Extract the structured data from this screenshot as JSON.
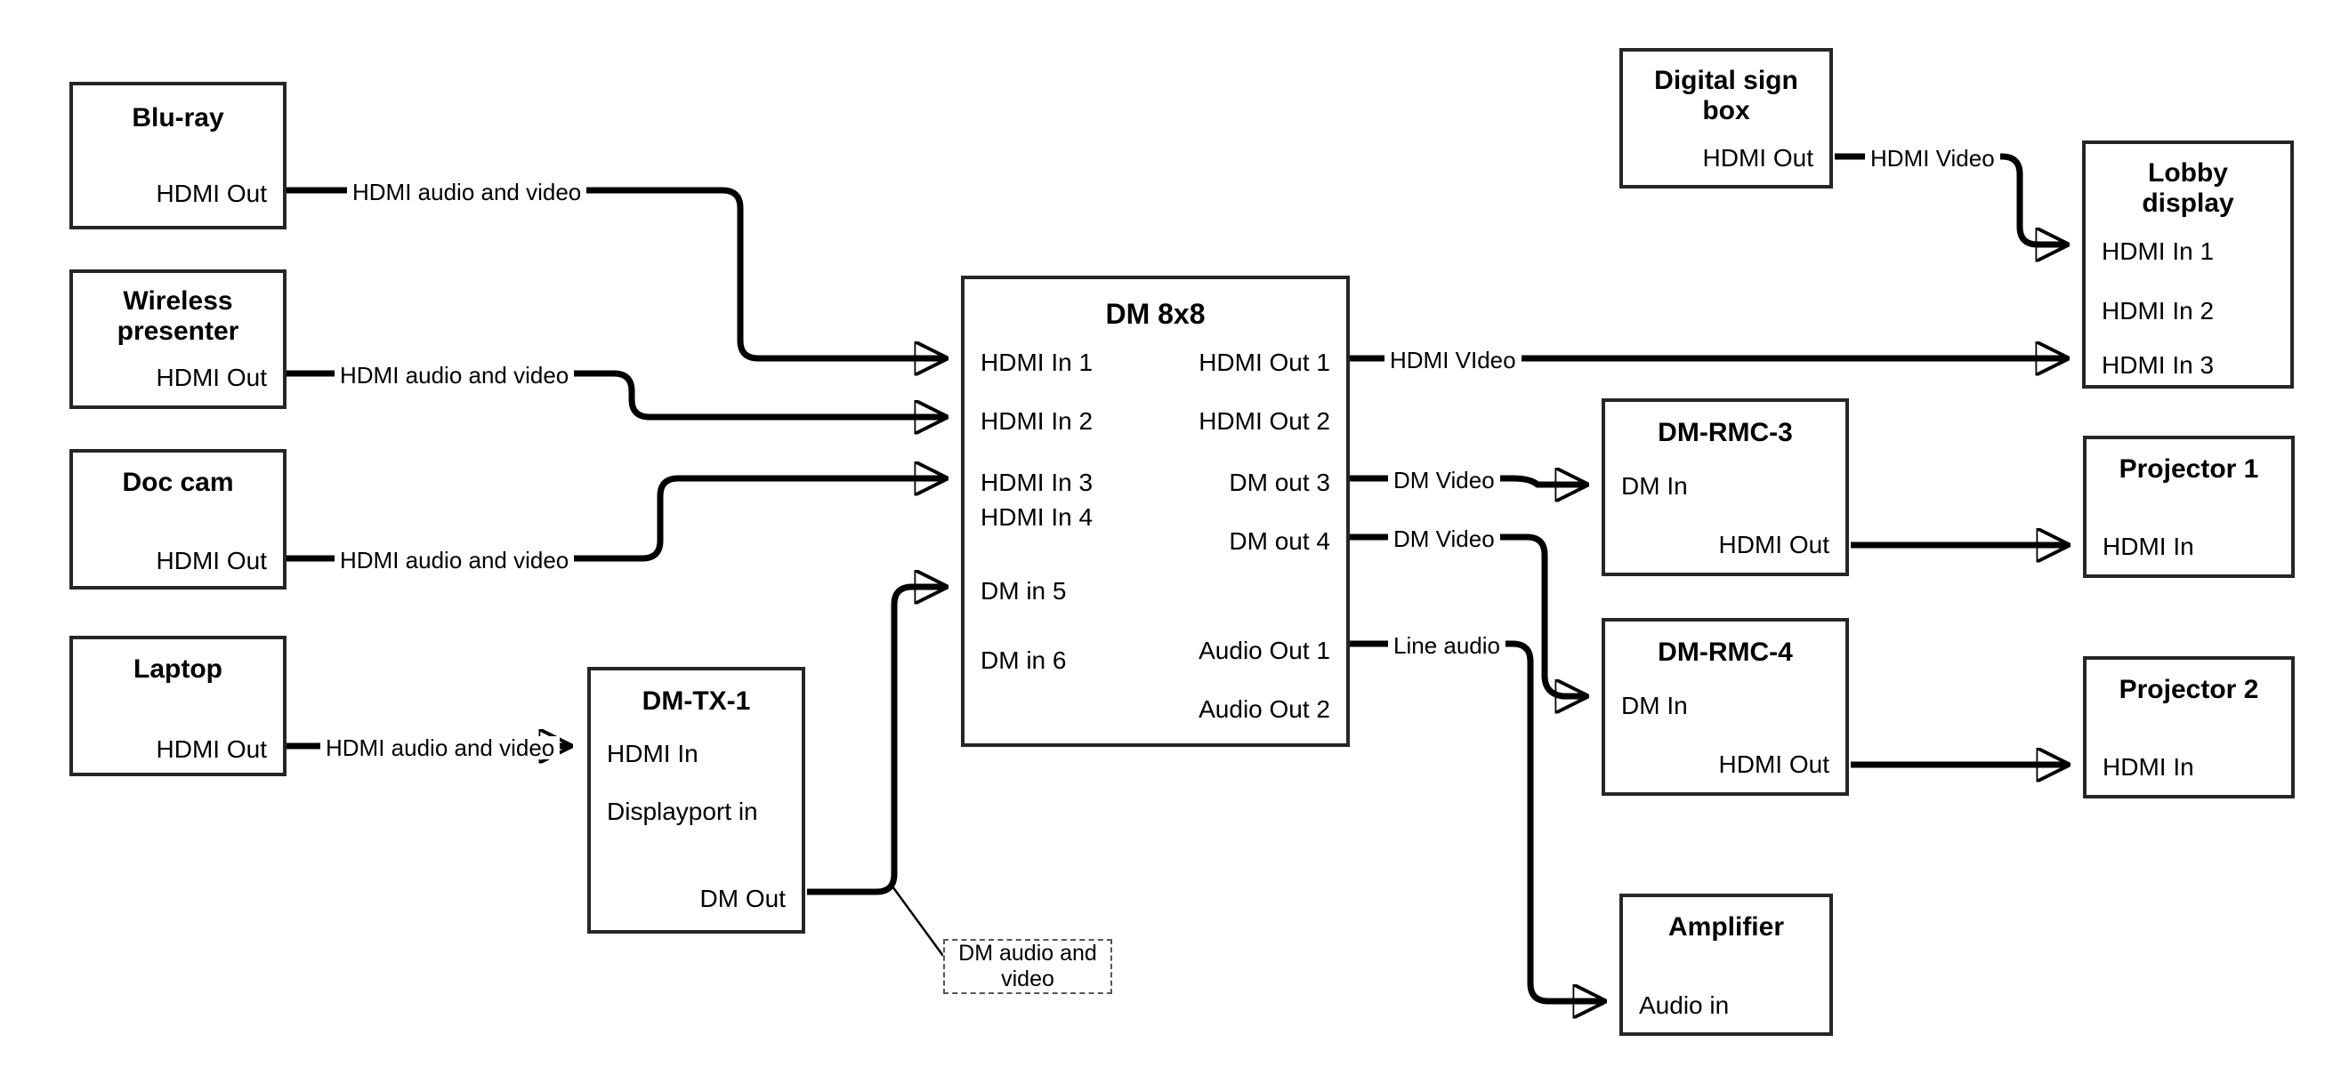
{
  "diagram": {
    "title_typo_note": "HDMI VIdeo appears with capital I in source",
    "nodes": [
      {
        "id": "bluray",
        "title": "Blu-ray",
        "ports_left": [],
        "ports_right": [
          "HDMI Out"
        ]
      },
      {
        "id": "wireless",
        "title": "Wireless\npresenter",
        "ports_left": [],
        "ports_right": [
          "HDMI Out"
        ]
      },
      {
        "id": "doccam",
        "title": "Doc cam",
        "ports_left": [],
        "ports_right": [
          "HDMI Out"
        ]
      },
      {
        "id": "laptop",
        "title": "Laptop",
        "ports_left": [],
        "ports_right": [
          "HDMI Out"
        ]
      },
      {
        "id": "dmtx1",
        "title": "DM-TX-1",
        "ports_left": [
          "HDMI In",
          "Displayport in"
        ],
        "ports_right": [
          "DM Out"
        ]
      },
      {
        "id": "dm8x8",
        "title": "DM 8x8",
        "ports_left": [
          "HDMI In 1",
          "HDMI In 2",
          "HDMI In 3",
          "HDMI In 4",
          "DM in 5",
          "DM in 6"
        ],
        "ports_right": [
          "HDMI Out 1",
          "HDMI Out 2",
          "DM out 3",
          "DM out 4",
          "Audio Out 1",
          "Audio Out 2"
        ]
      },
      {
        "id": "signbox",
        "title": "Digital sign\nbox",
        "ports_left": [],
        "ports_right": [
          "HDMI Out"
        ]
      },
      {
        "id": "rmc3",
        "title": "DM-RMC-3",
        "ports_left": [
          "DM In"
        ],
        "ports_right": [
          "HDMI Out"
        ]
      },
      {
        "id": "rmc4",
        "title": "DM-RMC-4",
        "ports_left": [
          "DM In"
        ],
        "ports_right": [
          "HDMI Out"
        ]
      },
      {
        "id": "amp",
        "title": "Amplifier",
        "ports_left": [
          "Audio in"
        ],
        "ports_right": []
      },
      {
        "id": "lobby",
        "title": "Lobby\ndisplay",
        "ports_left": [
          "HDMI In 1",
          "HDMI In 2",
          "HDMI In 3"
        ],
        "ports_right": []
      },
      {
        "id": "proj1",
        "title": "Projector 1",
        "ports_left": [
          "HDMI In"
        ],
        "ports_right": []
      },
      {
        "id": "proj2",
        "title": "Projector 2",
        "ports_left": [
          "HDMI In"
        ],
        "ports_right": []
      }
    ],
    "labels": {
      "bluray_title": "Blu-ray",
      "bluray_port": "HDMI Out",
      "wireless_title_l1": "Wireless",
      "wireless_title_l2": "presenter",
      "wireless_port": "HDMI Out",
      "doccam_title": "Doc cam",
      "doccam_port": "HDMI Out",
      "laptop_title": "Laptop",
      "laptop_port": "HDMI Out",
      "dmtx1_title": "DM-TX-1",
      "dmtx1_p1": "HDMI In",
      "dmtx1_p2": "Displayport in",
      "dmtx1_out": "DM Out",
      "dm8x8_title": "DM 8x8",
      "dm8x8_in1": "HDMI In 1",
      "dm8x8_in2": "HDMI In 2",
      "dm8x8_in3": "HDMI In 3",
      "dm8x8_in4": "HDMI In 4",
      "dm8x8_in5": "DM in 5",
      "dm8x8_in6": "DM in 6",
      "dm8x8_out1": "HDMI Out 1",
      "dm8x8_out2": "HDMI Out 2",
      "dm8x8_out3": "DM out 3",
      "dm8x8_out4": "DM out 4",
      "dm8x8_aout1": "Audio Out 1",
      "dm8x8_aout2": "Audio Out 2",
      "signbox_title_l1": "Digital sign",
      "signbox_title_l2": "box",
      "signbox_port": "HDMI Out",
      "rmc3_title": "DM-RMC-3",
      "rmc3_in": "DM In",
      "rmc3_out": "HDMI Out",
      "rmc4_title": "DM-RMC-4",
      "rmc4_in": "DM In",
      "rmc4_out": "HDMI Out",
      "amp_title": "Amplifier",
      "amp_in": "Audio in",
      "lobby_title_l1": "Lobby",
      "lobby_title_l2": "display",
      "lobby_in1": "HDMI In 1",
      "lobby_in2": "HDMI In 2",
      "lobby_in3": "HDMI In 3",
      "proj1_title": "Projector 1",
      "proj1_in": "HDMI In",
      "proj2_title": "Projector 2",
      "proj2_in": "HDMI In"
    },
    "edges": [
      {
        "id": "e1",
        "label": "HDMI audio and video",
        "from": "bluray.HDMI Out",
        "to": "dm8x8.HDMI In 1"
      },
      {
        "id": "e2",
        "label": "HDMI audio and video",
        "from": "wireless.HDMI Out",
        "to": "dm8x8.HDMI In 2"
      },
      {
        "id": "e3",
        "label": "HDMI audio and video",
        "from": "doccam.HDMI Out",
        "to": "dm8x8.HDMI In 3"
      },
      {
        "id": "e4",
        "label": "HDMI audio and video",
        "from": "laptop.HDMI Out",
        "to": "dmtx1.HDMI In"
      },
      {
        "id": "e5",
        "label": "DM audio and video",
        "from": "dmtx1.DM Out",
        "to": "dm8x8.DM in 5",
        "style": "callout"
      },
      {
        "id": "e6",
        "label": "HDMI VIdeo",
        "from": "dm8x8.HDMI Out 1",
        "to": "lobby.HDMI In 3"
      },
      {
        "id": "e7",
        "label": "DM Video",
        "from": "dm8x8.DM out 3",
        "to": "rmc3.DM In"
      },
      {
        "id": "e8",
        "label": "DM Video",
        "from": "dm8x8.DM out 4",
        "to": "rmc4.DM In"
      },
      {
        "id": "e9",
        "label": "Line audio",
        "from": "dm8x8.Audio Out 1",
        "to": "amp.Audio in"
      },
      {
        "id": "e10",
        "label": "HDMI Video",
        "from": "signbox.HDMI Out",
        "to": "lobby.HDMI In 1"
      },
      {
        "id": "e11",
        "label": "",
        "from": "rmc3.HDMI Out",
        "to": "proj1.HDMI In"
      },
      {
        "id": "e12",
        "label": "",
        "from": "rmc4.HDMI Out",
        "to": "proj2.HDMI In"
      }
    ],
    "edge_labels": {
      "bluray_to_dm": "HDMI audio and video",
      "wireless_to_dm": "HDMI audio and video",
      "doccam_to_dm": "HDMI audio and video",
      "laptop_to_tx": "HDMI audio and video",
      "tx_to_dm_note": "DM audio and\nvideo",
      "tx_to_dm_note_l1": "DM audio and",
      "tx_to_dm_note_l2": "video",
      "dm_out1_to_lobby": "HDMI VIdeo",
      "dm_out3_to_rmc3": "DM Video",
      "dm_out4_to_rmc4": "DM Video",
      "dm_audio1_to_amp": "Line audio",
      "signbox_to_lobby": "HDMI Video"
    },
    "colors": {
      "border": "#262626",
      "wire": "#000000",
      "background": "#ffffff",
      "note_border": "#555555"
    }
  }
}
